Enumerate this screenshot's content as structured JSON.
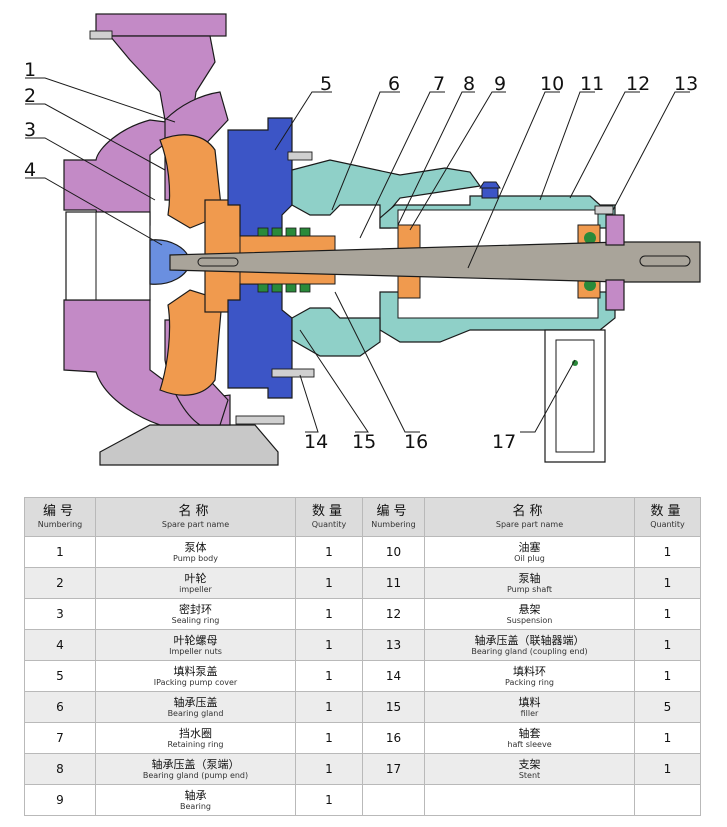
{
  "diagram": {
    "callouts": [
      "1",
      "2",
      "3",
      "4",
      "5",
      "6",
      "7",
      "8",
      "9",
      "10",
      "11",
      "12",
      "13",
      "14",
      "15",
      "16",
      "17"
    ],
    "colors": {
      "casing": "#c38ac6",
      "impeller": "#f09a4e",
      "cover": "#3c55c6",
      "bracket": "#8fd0c8",
      "shaft": "#a9a49a",
      "line": "#1a1a1a"
    }
  },
  "table": {
    "headers": {
      "num_zh": "编号",
      "num_en": "Numbering",
      "name_zh": "名称",
      "name_en": "Spare part name",
      "qty_zh": "数量",
      "qty_en": "Quantity"
    },
    "rows": [
      {
        "left": {
          "num": "1",
          "zh": "泵体",
          "en": "Pump body",
          "qty": "1"
        },
        "right": {
          "num": "10",
          "zh": "油塞",
          "en": "Oil plug",
          "qty": "1"
        }
      },
      {
        "left": {
          "num": "2",
          "zh": "叶轮",
          "en": "impeller",
          "qty": "1"
        },
        "right": {
          "num": "11",
          "zh": "泵轴",
          "en": "Pump shaft",
          "qty": "1"
        }
      },
      {
        "left": {
          "num": "3",
          "zh": "密封环",
          "en": "Sealing ring",
          "qty": "1"
        },
        "right": {
          "num": "12",
          "zh": "悬架",
          "en": "Suspension",
          "qty": "1"
        }
      },
      {
        "left": {
          "num": "4",
          "zh": "叶轮螺母",
          "en": "Impeller nuts",
          "qty": "1"
        },
        "right": {
          "num": "13",
          "zh": "轴承压盖（联轴器端）",
          "en": "Bearing gland (coupling end)",
          "qty": "1"
        }
      },
      {
        "left": {
          "num": "5",
          "zh": "填料泵盖",
          "en": "IPacking pump cover",
          "qty": "1"
        },
        "right": {
          "num": "14",
          "zh": "填料环",
          "en": "Packing ring",
          "qty": "1"
        }
      },
      {
        "left": {
          "num": "6",
          "zh": "轴承压盖",
          "en": "Bearing gland",
          "qty": "1"
        },
        "right": {
          "num": "15",
          "zh": "填料",
          "en": "filler",
          "qty": "5"
        }
      },
      {
        "left": {
          "num": "7",
          "zh": "挡水圈",
          "en": "Retaining ring",
          "qty": "1"
        },
        "right": {
          "num": "16",
          "zh": "轴套",
          "en": "haft sleeve",
          "qty": "1"
        }
      },
      {
        "left": {
          "num": "8",
          "zh": "轴承压盖（泵端）",
          "en": "Bearing gland (pump end)",
          "qty": "1"
        },
        "right": {
          "num": "17",
          "zh": "支架",
          "en": "Stent",
          "qty": "1"
        }
      },
      {
        "left": {
          "num": "9",
          "zh": "轴承",
          "en": "Bearing",
          "qty": "1"
        },
        "right": {
          "num": "",
          "zh": "",
          "en": "",
          "qty": ""
        }
      }
    ]
  }
}
